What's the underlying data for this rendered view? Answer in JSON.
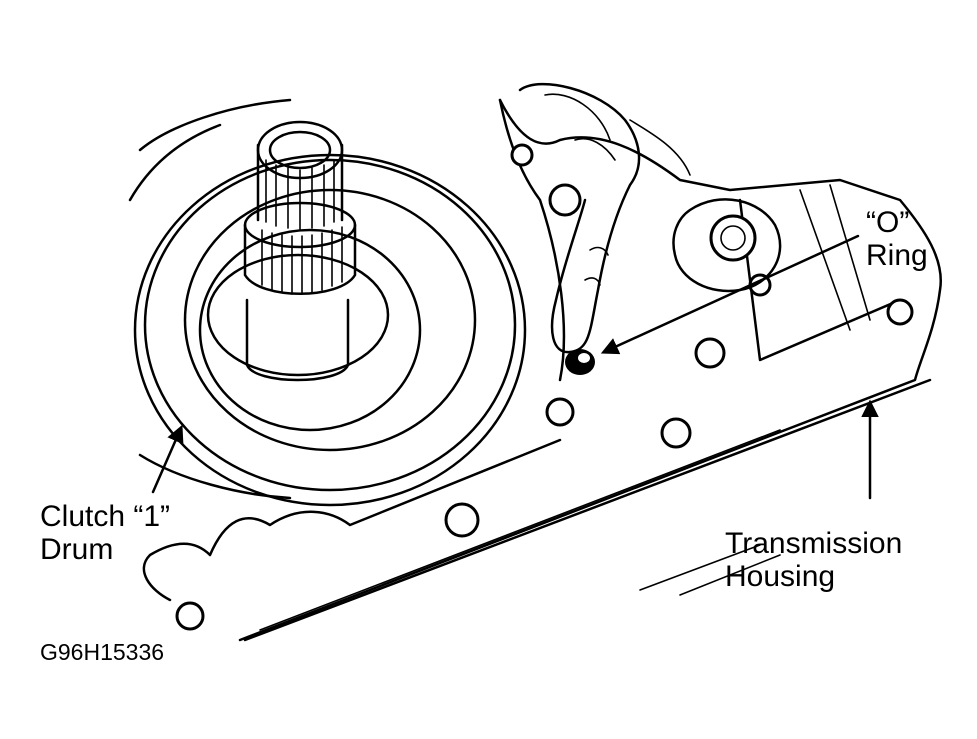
{
  "labels": {
    "o_ring": [
      "“O”",
      "Ring"
    ],
    "clutch_drum": [
      "Clutch “1”",
      "Drum"
    ],
    "transmission_housing": [
      "Transmission",
      "Housing"
    ]
  },
  "figure_id": "G96H15336"
}
